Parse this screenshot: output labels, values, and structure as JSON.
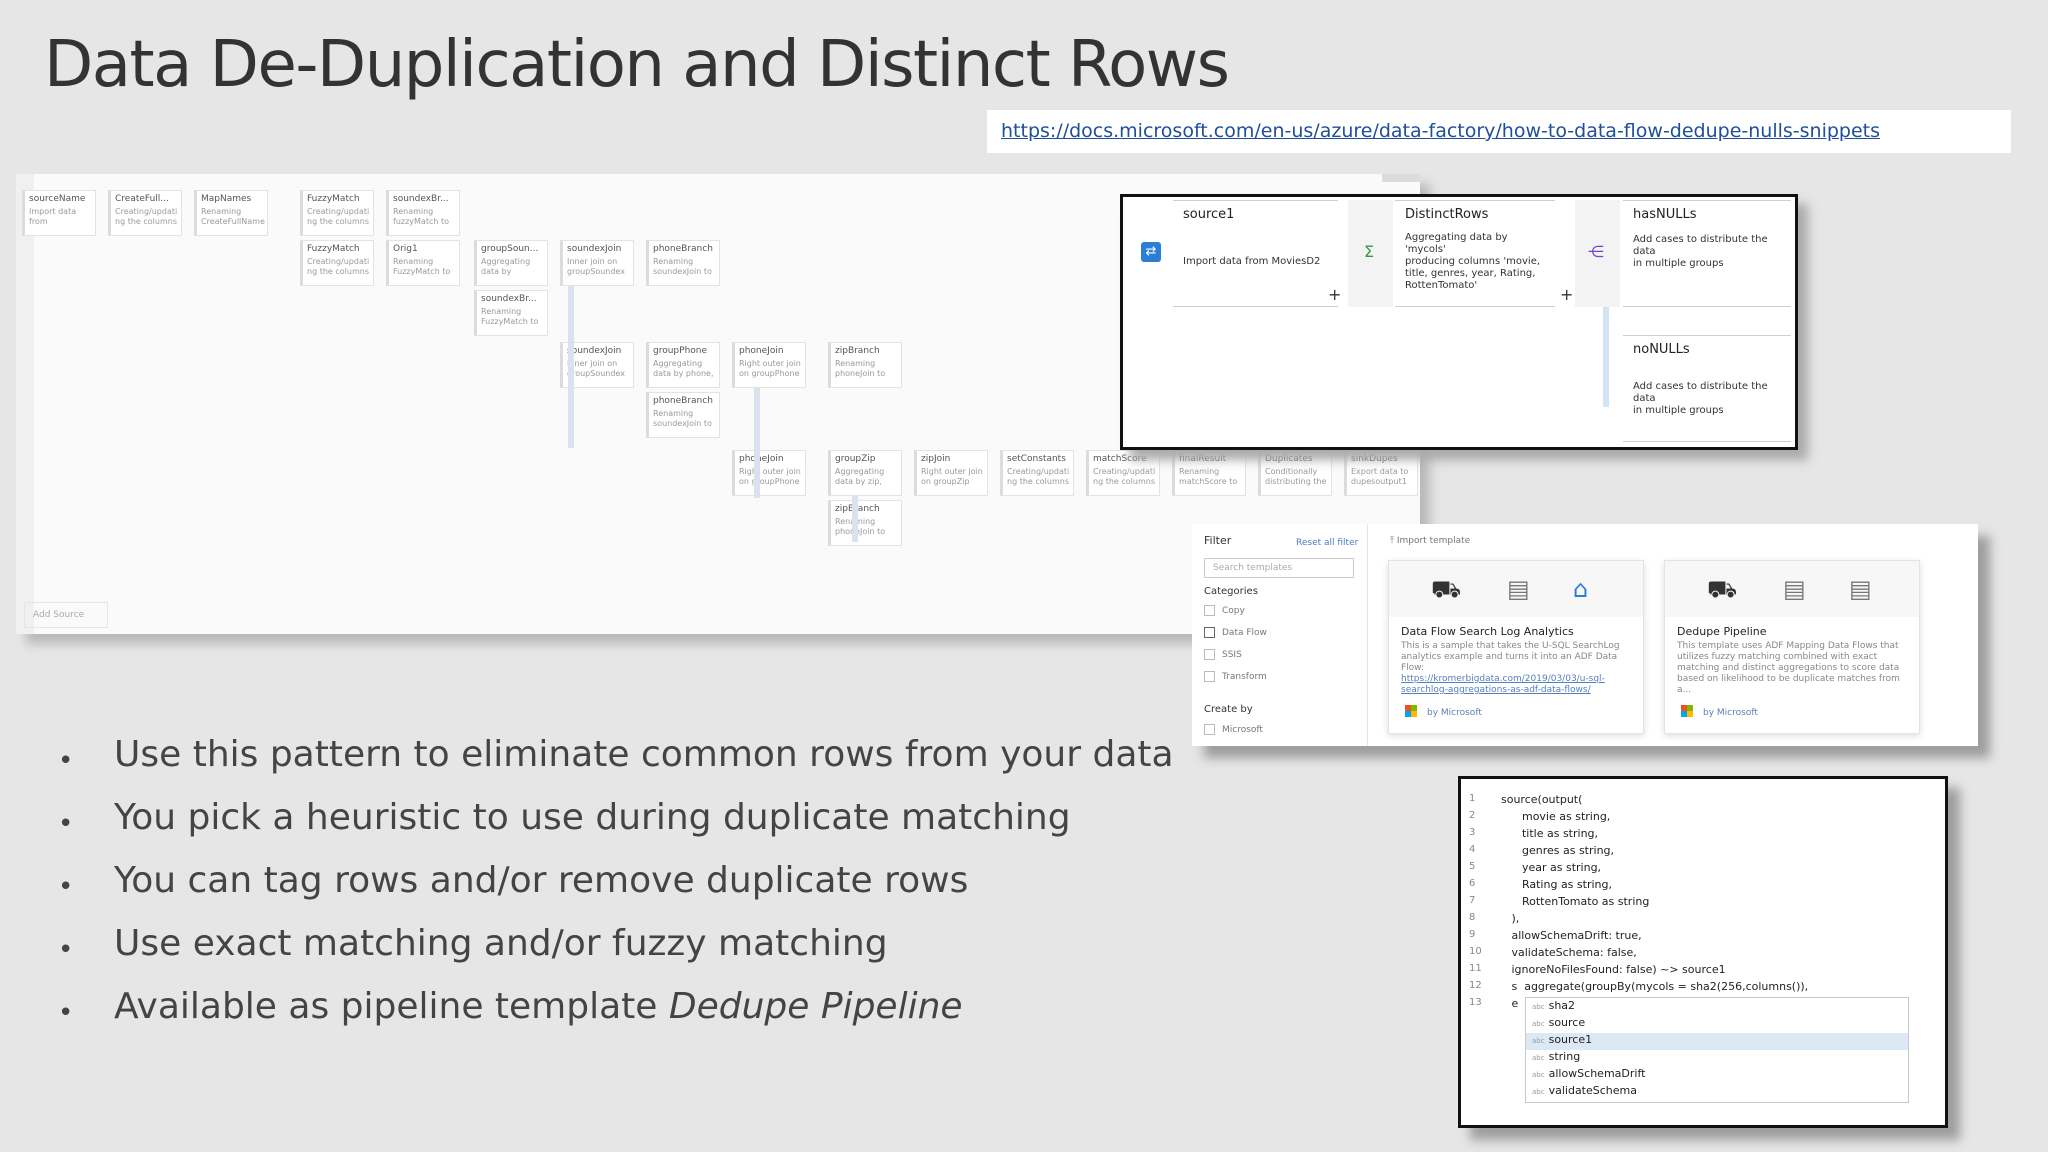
{
  "slide": {
    "title": "Data De-Duplication and Distinct Rows",
    "link": "https://docs.microsoft.com/en-us/azure/data-factory/how-to-data-flow-dedupe-nulls-snippets"
  },
  "flow_canvas": {
    "nodes": [
      {
        "title": "sourceName",
        "desc1": "Import data",
        "desc2": "from"
      },
      {
        "title": "CreateFull...",
        "desc1": "Creating/updati",
        "desc2": "ng the columns"
      },
      {
        "title": "MapNames",
        "desc1": "Renaming",
        "desc2": "CreateFullName"
      },
      {
        "title": "FuzzyMatch",
        "desc1": "Creating/updati",
        "desc2": "ng the columns"
      },
      {
        "title": "soundexBr...",
        "desc1": "Renaming",
        "desc2": "fuzzyMatch to"
      },
      {
        "title": "FuzzyMatch",
        "desc1": "Creating/updati",
        "desc2": "ng the columns"
      },
      {
        "title": "Orig1",
        "desc1": "Renaming",
        "desc2": "FuzzyMatch to"
      },
      {
        "title": "groupSoun...",
        "desc1": "Aggregating",
        "desc2": "data by"
      },
      {
        "title": "soundexJoin",
        "desc1": "Inner join on",
        "desc2": "groupSoundex"
      },
      {
        "title": "phoneBranch",
        "desc1": "Renaming",
        "desc2": "soundexJoin to"
      },
      {
        "title": "soundexBr...",
        "desc1": "Renaming",
        "desc2": "FuzzyMatch to"
      },
      {
        "title": "soundexJoin",
        "desc1": "Inner join on",
        "desc2": "groupSoundex"
      },
      {
        "title": "groupPhone",
        "desc1": "Aggregating",
        "desc2": "data by phone,"
      },
      {
        "title": "phoneJoin",
        "desc1": "Right outer join",
        "desc2": "on groupPhone"
      },
      {
        "title": "zipBranch",
        "desc1": "Renaming",
        "desc2": "phoneJoin to"
      },
      {
        "title": "phoneBranch",
        "desc1": "Renaming",
        "desc2": "soundexJoin to"
      },
      {
        "title": "phoneJoin",
        "desc1": "Right outer join",
        "desc2": "on groupPhone"
      },
      {
        "title": "groupZip",
        "desc1": "Aggregating",
        "desc2": "data by zip,"
      },
      {
        "title": "zipJoin",
        "desc1": "Right outer join",
        "desc2": "on groupZip"
      },
      {
        "title": "setConstants",
        "desc1": "Creating/updati",
        "desc2": "ng the columns"
      },
      {
        "title": "matchScore",
        "desc1": "Creating/updati",
        "desc2": "ng the columns"
      },
      {
        "title": "finalResult",
        "desc1": "Renaming",
        "desc2": "matchScore to"
      },
      {
        "title": "Duplicates",
        "desc1": "Conditionally",
        "desc2": "distributing the"
      },
      {
        "title": "sinkDupes",
        "desc1": "Export data to",
        "desc2": "dupesoutput1"
      },
      {
        "title": "zipBranch",
        "desc1": "Renaming",
        "desc2": "phoneJoin to"
      }
    ],
    "add_source": "Add Source"
  },
  "zoom_panel": {
    "source": {
      "title": "source1",
      "desc": "Import data from MoviesD2"
    },
    "distinct": {
      "title": "DistinctRows",
      "desc": [
        "Aggregating data by 'mycols'",
        "producing columns 'movie,",
        "title, genres, year, Rating,",
        "RottenTomato'"
      ]
    },
    "has_nulls": {
      "title": "hasNULLs",
      "desc": [
        "Add cases to distribute the data",
        "in multiple groups"
      ]
    },
    "no_nulls": {
      "title": "noNULLs",
      "desc": [
        "Add cases to distribute the data",
        "in multiple groups"
      ]
    },
    "plus": "+"
  },
  "gallery": {
    "filter": "Filter",
    "reset": "Reset all filter",
    "import": "Import template",
    "search_placeholder": "Search templates",
    "categories_label": "Categories",
    "categories": [
      "Copy",
      "Data Flow",
      "SSIS",
      "Transform"
    ],
    "create_by_label": "Create by",
    "create_by": [
      "Microsoft"
    ],
    "cards": [
      {
        "title": "Data Flow Search Log Analytics",
        "desc": [
          "This is a sample that takes the U-SQL SearchLog",
          "analytics example and turns it into an ADF Data Flow:"
        ],
        "links": [
          "https://kromerbigdata.com/2019/03/03/u-sql-",
          "searchlog-aggregations-as-adf-data-flows/"
        ],
        "by": "by Microsoft"
      },
      {
        "title": "Dedupe Pipeline",
        "desc": [
          "This template uses ADF Mapping Data Flows that",
          "utilizes fuzzy matching combined with exact",
          "matching and distinct aggregations to score data",
          "based on likelihood to be duplicate matches from a..."
        ],
        "links": [],
        "by": "by Microsoft"
      }
    ]
  },
  "code_panel": {
    "lines": [
      {
        "n": "1",
        "t": "source(output("
      },
      {
        "n": "2",
        "t": "      movie as string,"
      },
      {
        "n": "3",
        "t": "      title as string,"
      },
      {
        "n": "4",
        "t": "      genres as string,"
      },
      {
        "n": "5",
        "t": "      year as string,"
      },
      {
        "n": "6",
        "t": "      Rating as string,"
      },
      {
        "n": "7",
        "t": "      RottenTomato as string"
      },
      {
        "n": "8",
        "t": "   ),"
      },
      {
        "n": "9",
        "t": "   allowSchemaDrift: true,"
      },
      {
        "n": "10",
        "t": "   validateSchema: false,"
      },
      {
        "n": "11",
        "t": "   ignoreNoFilesFound: false) ~> source1"
      },
      {
        "n": "12",
        "t": "   s  aggregate(groupBy(mycols = sha2(256,columns()),"
      },
      {
        "n": "13",
        "t": "   e"
      }
    ],
    "autocomplete": [
      "sha2",
      "source",
      "source1",
      "string",
      "allowSchemaDrift",
      "validateSchema"
    ],
    "abc_tag": "abc"
  },
  "bullets": [
    "Use this pattern to eliminate common rows from your data",
    "You pick a heuristic to use during duplicate matching",
    "You can tag rows and/or remove duplicate rows",
    "Use exact matching and/or fuzzy matching",
    "Available as pipeline template "
  ],
  "bullet_italic": "Dedupe Pipeline",
  "bullet_marker": "•"
}
